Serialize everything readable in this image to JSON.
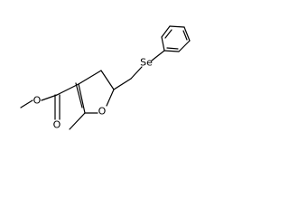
{
  "molecule": {
    "atoms": [
      {
        "id": "O_carbonyl",
        "label": "O"
      },
      {
        "id": "O_ester",
        "label": "O"
      },
      {
        "id": "O_ring",
        "label": "O"
      },
      {
        "id": "Se",
        "label": "Se"
      }
    ]
  }
}
